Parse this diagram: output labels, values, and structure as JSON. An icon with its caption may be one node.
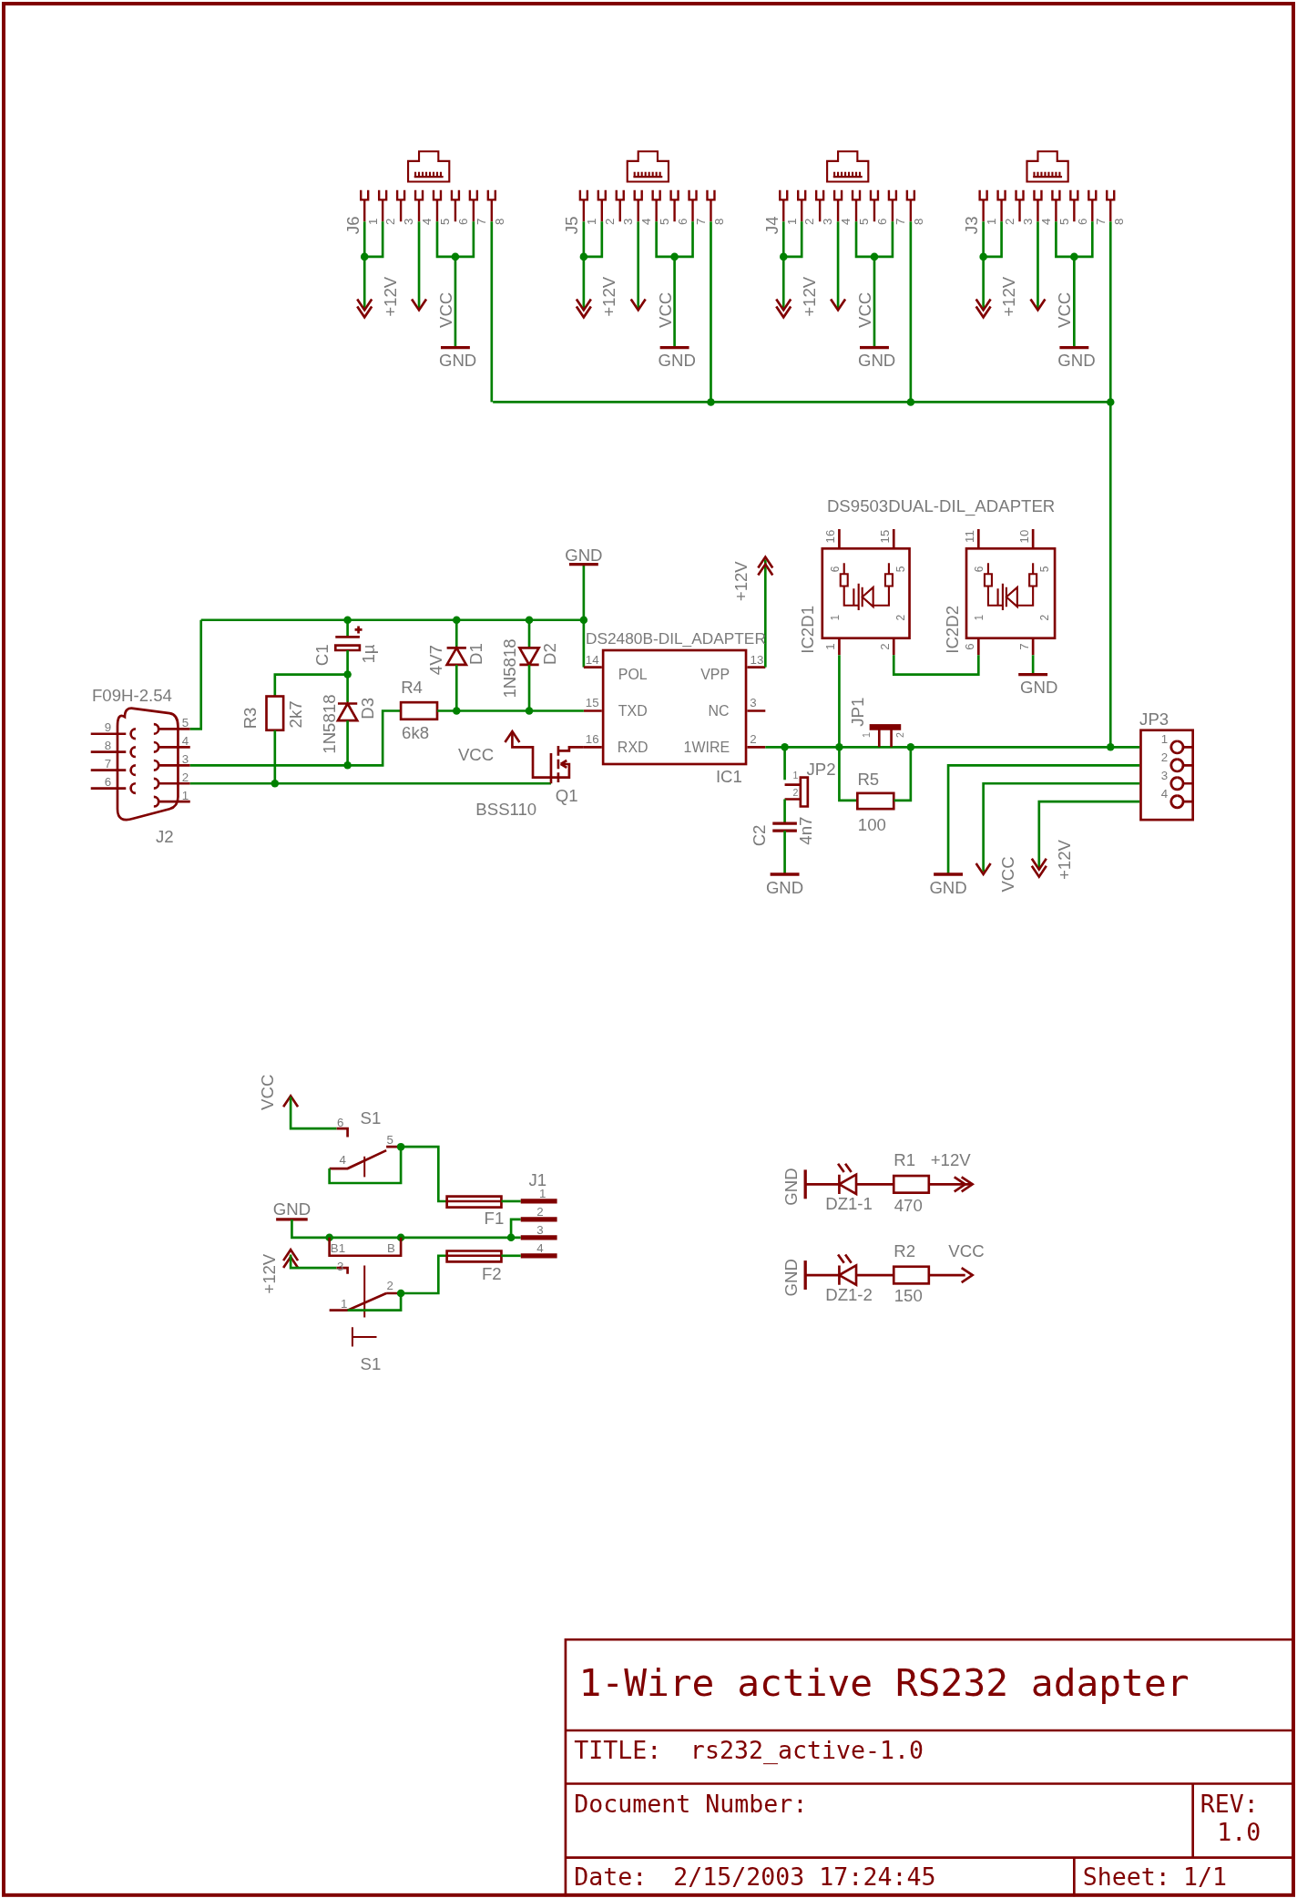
{
  "diagram": {
    "title": "1-Wire active RS232 adapter",
    "nodes": [
      {
        "text": [
          "POL",
          "VPP",
          "TXD",
          "NC",
          "RXD",
          "1WIRE"
        ],
        "beside": [
          "DS2480B-DIL_ADAPTER",
          "IC1",
          "14",
          "13",
          "15",
          "3",
          "16",
          "2"
        ]
      },
      {
        "text": [
          "6",
          "5",
          "1",
          "2"
        ],
        "beside": [
          "IC2D1",
          "16",
          "15",
          "1",
          "2"
        ]
      },
      {
        "text": [
          "6",
          "5",
          "1",
          "2"
        ],
        "beside": [
          "IC2D2",
          "11",
          "10",
          "6",
          "7"
        ]
      },
      {
        "text": [
          "1",
          "2",
          "3",
          "4"
        ],
        "beside": [
          "JP3"
        ]
      }
    ],
    "labels": [
      "J6",
      "1",
      "2",
      "3",
      "4",
      "5",
      "6",
      "7",
      "8",
      "+12V",
      "VCC",
      "GND",
      "J5",
      "1",
      "2",
      "3",
      "4",
      "5",
      "6",
      "7",
      "8",
      "+12V",
      "VCC",
      "GND",
      "J4",
      "1",
      "2",
      "3",
      "4",
      "5",
      "6",
      "7",
      "8",
      "+12V",
      "VCC",
      "GND",
      "J3",
      "1",
      "2",
      "3",
      "4",
      "5",
      "6",
      "7",
      "8",
      "+12V",
      "VCC",
      "GND",
      "DS9503DUAL-DIL_ADAPTER",
      "GND",
      "+12V",
      "C1",
      "1µ",
      "4V7",
      "D1",
      "1N5818",
      "D2",
      "GND",
      "F09H-2.54",
      "R4",
      "R3",
      "2k7",
      "1N5818",
      "D3",
      "JP1",
      "1",
      "2",
      "5",
      "4",
      "3",
      "2",
      "1",
      "9",
      "8",
      "7",
      "6",
      "6k8",
      "VCC",
      "JP2",
      "1",
      "2",
      "R5",
      "Q1",
      "BSS110",
      "100",
      "C2",
      "4n7",
      "J2",
      "GND",
      "GND",
      "VCC",
      "+12V",
      "VCC",
      "6",
      "S1",
      "5",
      "4",
      "R1",
      "+12V",
      "GND",
      "F1",
      "J1",
      "1",
      "2",
      "GND",
      "DZ1-1",
      "470",
      "B1",
      "B",
      "3",
      "4",
      "R2",
      "VCC",
      "+12V",
      "3",
      "F2",
      "GND",
      "1",
      "2",
      "DZ1-2",
      "150",
      "S1",
      "TITLE:",
      "rs232_active-1.0",
      "Document Number:",
      "REV:",
      "1.0",
      "Date:",
      "2/15/2003 17:24:45",
      "Sheet:",
      "1/1"
    ]
  }
}
